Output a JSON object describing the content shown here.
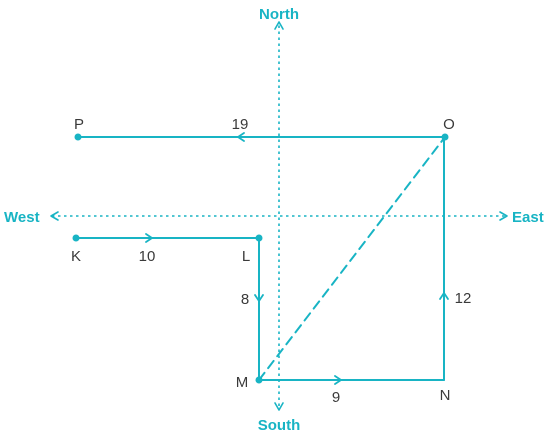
{
  "colors": {
    "line": "#18b4c4",
    "label_text": "#3a3a3a",
    "direction_text": "#18b4c4"
  },
  "directions": {
    "north": "North",
    "south": "South",
    "east": "East",
    "west": "West"
  },
  "points": {
    "P": "P",
    "O": "O",
    "K": "K",
    "L": "L",
    "M": "M",
    "N": "N"
  },
  "segments": {
    "PO_length": "19",
    "KL_length": "10",
    "LM_length": "8",
    "MN_length": "9",
    "NO_length": "12"
  }
}
